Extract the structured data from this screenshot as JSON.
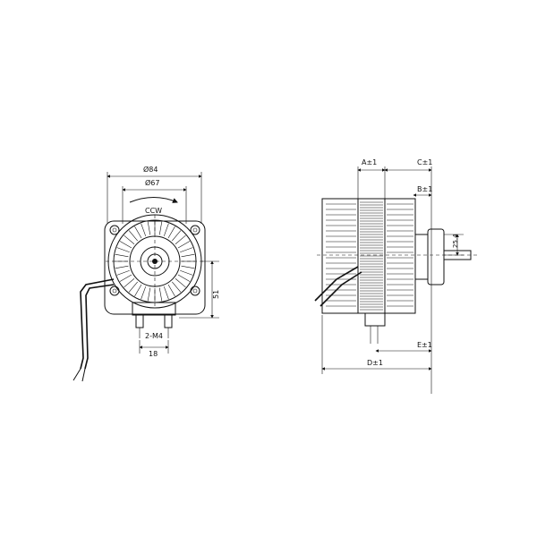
{
  "front_view": {
    "dim_outer_diameter": "Ø84",
    "dim_inner_diameter": "Ø67",
    "rotation_label": "CCW",
    "dim_height": "51",
    "dim_terminals": "2-M4",
    "dim_terminal_spacing": "18"
  },
  "side_view": {
    "dim_a": "A±1",
    "dim_b": "B±1",
    "dim_c": "C±1",
    "dim_d": "D±1",
    "dim_e": "E±1",
    "dim_shaft": "25.4"
  }
}
